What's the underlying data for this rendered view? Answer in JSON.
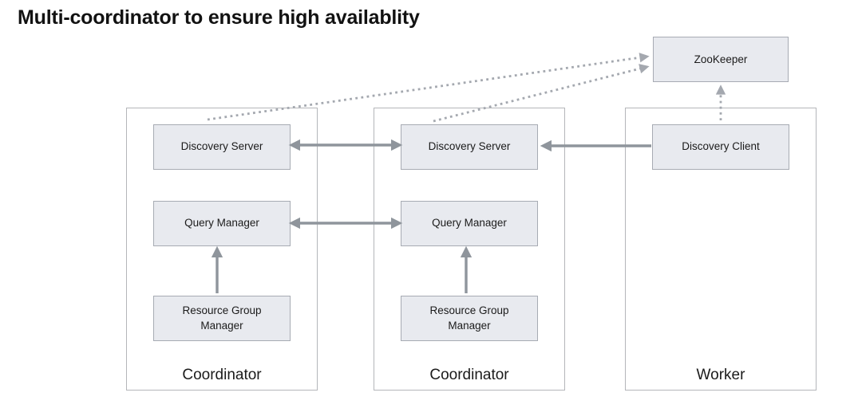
{
  "title": "Multi-coordinator to ensure high availablity",
  "zookeeper": {
    "label": "ZooKeeper"
  },
  "containers": [
    {
      "label": "Coordinator",
      "boxes": [
        {
          "label": "Discovery Server"
        },
        {
          "label": "Query Manager"
        },
        {
          "label": "Resource Group Manager"
        }
      ]
    },
    {
      "label": "Coordinator",
      "boxes": [
        {
          "label": "Discovery Server"
        },
        {
          "label": "Query Manager"
        },
        {
          "label": "Resource Group Manager"
        }
      ]
    },
    {
      "label": "Worker",
      "boxes": [
        {
          "label": "Discovery Client"
        }
      ]
    }
  ],
  "edges": [
    {
      "from": "coordinator-1.discovery-server",
      "to": "zookeeper",
      "style": "dotted",
      "direction": "one-way"
    },
    {
      "from": "coordinator-2.discovery-server",
      "to": "zookeeper",
      "style": "dotted",
      "direction": "one-way"
    },
    {
      "from": "worker.discovery-client",
      "to": "zookeeper",
      "style": "dotted",
      "direction": "one-way"
    },
    {
      "from": "coordinator-1.discovery-server",
      "to": "coordinator-2.discovery-server",
      "style": "solid",
      "direction": "two-way"
    },
    {
      "from": "coordinator-1.query-manager",
      "to": "coordinator-2.query-manager",
      "style": "solid",
      "direction": "two-way"
    },
    {
      "from": "worker.discovery-client",
      "to": "coordinator-2.discovery-server",
      "style": "solid",
      "direction": "one-way"
    },
    {
      "from": "coordinator-1.resource-group-manager",
      "to": "coordinator-1.query-manager",
      "style": "solid",
      "direction": "one-way"
    },
    {
      "from": "coordinator-2.resource-group-manager",
      "to": "coordinator-2.query-manager",
      "style": "solid",
      "direction": "one-way"
    }
  ],
  "colors": {
    "box_fill": "#e8eaef",
    "box_border": "#a7abb3",
    "container_border": "#b4b6ba",
    "arrow": "#8f959c",
    "dotted_arrow": "#a4a8af",
    "title": "#121212",
    "label": "#1b1b1b",
    "background": "#ffffff"
  }
}
